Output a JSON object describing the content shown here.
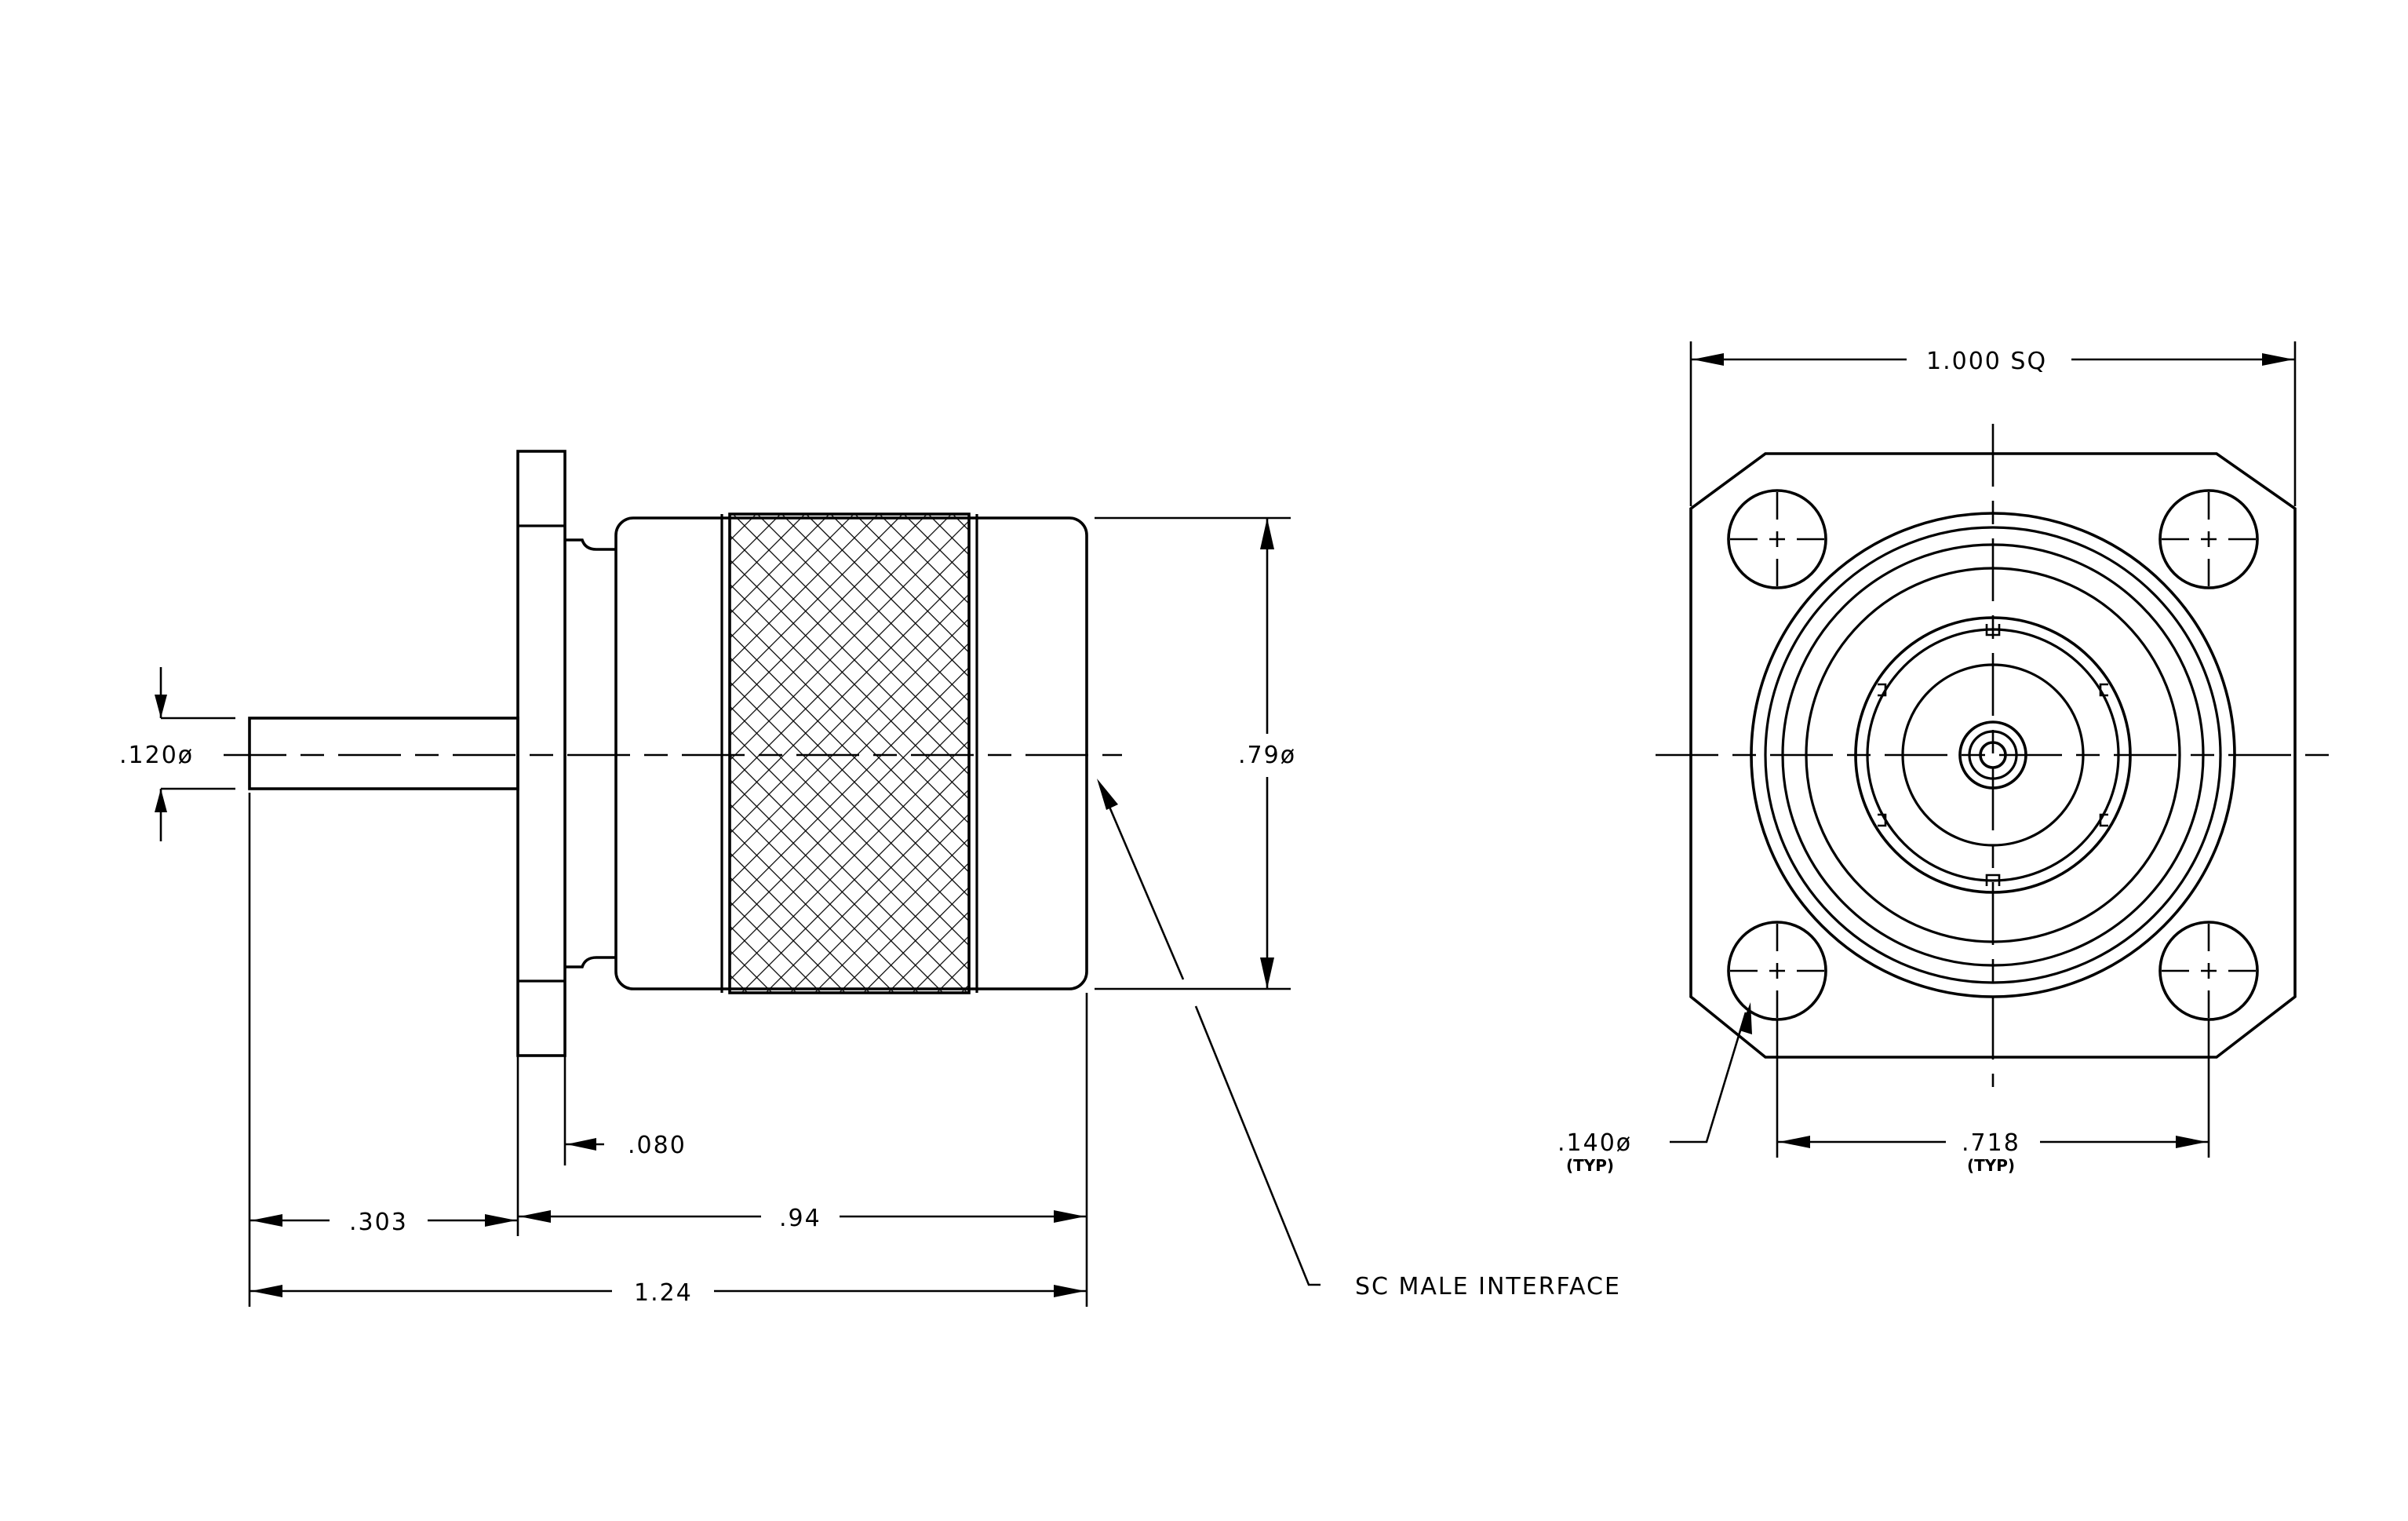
{
  "side_view": {
    "dims": {
      "pin_dia": ".120ø",
      "body_dia": ".79ø",
      "flange_thk": ".080",
      "pin_len": ".303",
      "body_len": ".94",
      "overall_len": "1.24"
    },
    "callout": "SC MALE INTERFACE"
  },
  "front_view": {
    "dims": {
      "flange_width": "1.000 SQ",
      "hole_dia": ".140ø",
      "hole_dia_note": "(TYP)",
      "hole_spacing": ".718",
      "hole_spacing_note": "(TYP)"
    }
  }
}
